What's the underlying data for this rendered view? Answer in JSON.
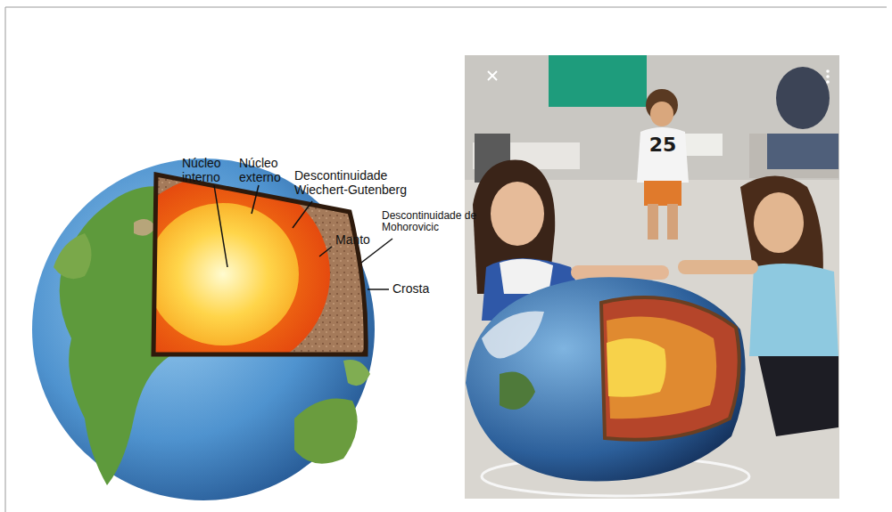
{
  "diagram": {
    "labels": [
      "Núcleo interno",
      "Núcleo externo",
      "Descontinuidade Wiechert-Gutenberg",
      "Manto",
      "Descontinuidade de Mohorovicic",
      "Crosta",
      "25"
    ]
  }
}
